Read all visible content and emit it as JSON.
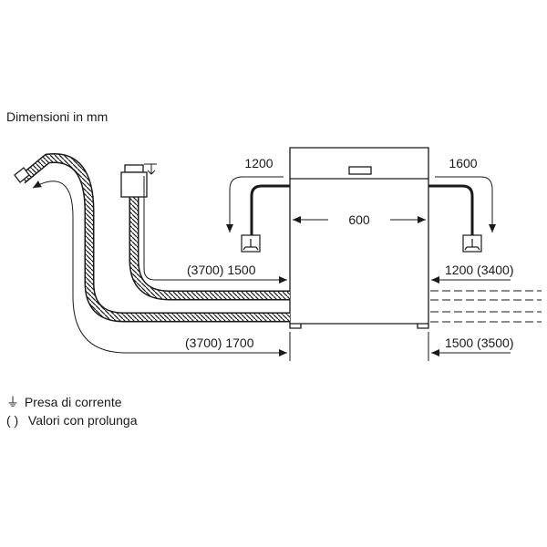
{
  "header": {
    "units_caption": "Dimensioni in mm"
  },
  "dimensions": {
    "outlet_left_offset": "1200",
    "outlet_right_offset": "1600",
    "appliance_width": "600",
    "drain_hose_left": "(3700) 1500",
    "drain_hose_right": "1200 (3400)",
    "supply_hose_left": "(3700) 1700",
    "supply_hose_right": "1500 (3500)"
  },
  "legend": {
    "socket_symbol": "⏚",
    "socket_label": "Presa di corrente",
    "extension_symbol": "( )",
    "extension_label": "Valori con prolunga"
  },
  "colors": {
    "line": "#1a1a1a",
    "hose": "#1a1a1a"
  },
  "icons": [
    "power-socket-icon",
    "drain-hose",
    "inlet-hose",
    "aquastop-valve"
  ]
}
